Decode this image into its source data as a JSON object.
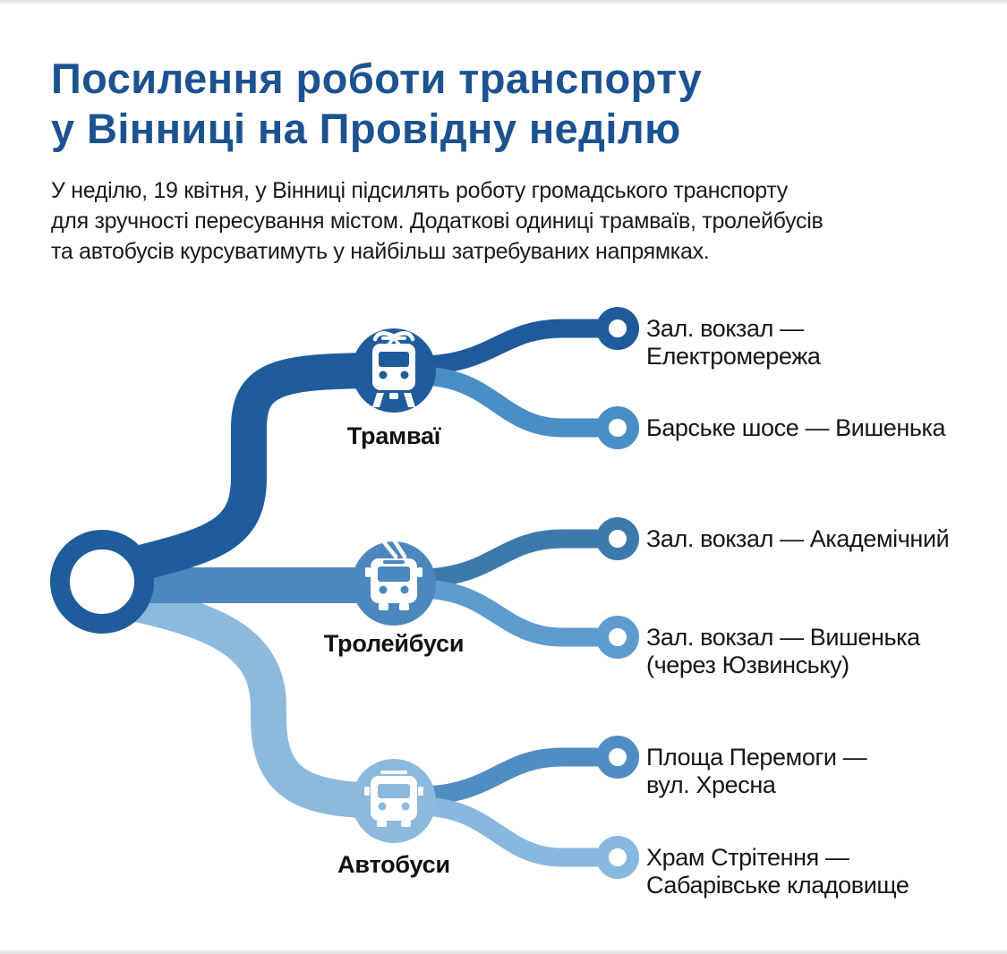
{
  "title": {
    "text": "Посилення роботи транспорту\nу Вінниці на Провідну неділю",
    "color": "#1d5291"
  },
  "intro": {
    "text": "У неділю, 19 квітня, у Вінниці підсилять роботу громадського транспорту\nдля зручності пересування містом. Додаткові одиниці трамваїв, тролейбусів\nта автобусів курсуватимуть у найбільш затребуваних напрямках."
  },
  "diagram": {
    "hub_color": "#1f5c9c",
    "modes": [
      {
        "id": "tram",
        "label": "Трамваї",
        "color": "#1e5c9c",
        "icon": "tram-icon",
        "routes": [
          {
            "label": "Зал. вокзал — Електромережа",
            "color": "#1f5b9b"
          },
          {
            "label": "Барське шосе — Вишенька",
            "color": "#4a8ec6"
          }
        ]
      },
      {
        "id": "trolleybus",
        "label": "Тролейбуси",
        "color": "#4c87bd",
        "icon": "trolleybus-icon",
        "routes": [
          {
            "label": "Зал. вокзал — Академічний",
            "color": "#3d79ad"
          },
          {
            "label": "Зал. вокзал — Вишенька\n(через Юзвинську)",
            "color": "#5e9bce"
          }
        ]
      },
      {
        "id": "bus",
        "label": "Автобуси",
        "color": "#8cbade",
        "icon": "bus-icon",
        "routes": [
          {
            "label": "Площа Перемоги —\nвул. Хресна",
            "color": "#4f8dc3"
          },
          {
            "label": "Храм Стрітення —\nСабарівське кладовище",
            "color": "#88b8df"
          }
        ]
      }
    ]
  }
}
